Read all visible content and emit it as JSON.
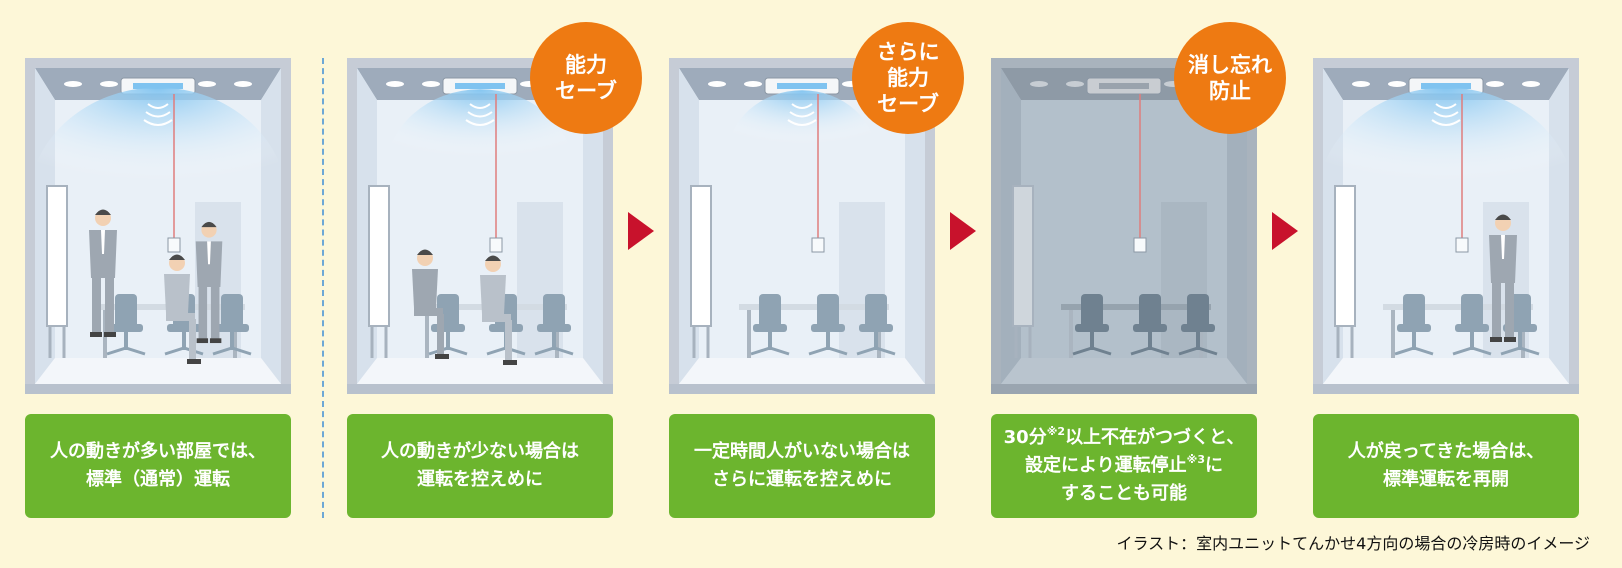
{
  "panels": [
    {
      "id": "p1",
      "caption": [
        "人の動きが多い部屋では、",
        "標準（通常）運転"
      ],
      "people": "many",
      "airflow": "strong",
      "dim": false
    },
    {
      "id": "p2",
      "caption": [
        "人の動きが少ない場合は",
        "運転を控えめに"
      ],
      "people": "few",
      "airflow": "medium",
      "dim": false,
      "badge": [
        "能力",
        "セーブ"
      ]
    },
    {
      "id": "p3",
      "caption": [
        "一定時間人がいない場合は",
        "さらに運転を控えめに"
      ],
      "people": "none",
      "airflow": "weak",
      "dim": false,
      "badge": [
        "さらに",
        "能力",
        "セーブ"
      ]
    },
    {
      "id": "p4",
      "caption": [],
      "people": "none",
      "airflow": "off",
      "dim": true,
      "badge": [
        "消し忘れ",
        "防止"
      ]
    },
    {
      "id": "p5",
      "caption": [
        "人が戻ってきた場合は、",
        "標準運転を再開"
      ],
      "people": "one",
      "airflow": "strong",
      "dim": false
    }
  ],
  "panel4_caption": {
    "line1_a": "30分",
    "line1_sup": "※2",
    "line1_b": "以上不在がつづくと、",
    "line2_a": "設定により運転停止",
    "line2_sup": "※3",
    "line2_b": "に",
    "line3": "することも可能"
  },
  "footnote": "イラスト：室内ユニットてんかせ4方向の場合の冷房時のイメージ",
  "colors": {
    "caption_bg": "#6cb52e",
    "badge_bg": "#ee7a12",
    "arrow": "#c8122c",
    "divider": "#6da8d6",
    "background": "#fdf7d8"
  }
}
